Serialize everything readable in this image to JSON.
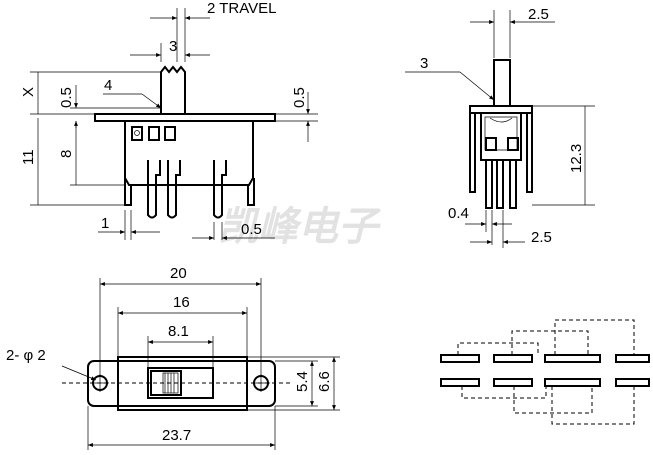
{
  "watermark": "凯峰电子",
  "side_view": {
    "travel": "2 TRAVEL",
    "knob_width": "3",
    "knob_offset": "4",
    "x_label": "X",
    "knob_gap": "0.5",
    "flange_thickness": "0.5",
    "body_height": "8",
    "total_height": "11",
    "pin_offset": "1",
    "pin_thickness": "0.5"
  },
  "end_view": {
    "knob_width": "2.5",
    "knob_depth": "3",
    "height": "12.3",
    "pin_width": "0.4",
    "pin_pitch": "2.5"
  },
  "top_view": {
    "flange_length": "20",
    "body_length": "16",
    "slot_length": "8.1",
    "hole_label": "2- φ 2",
    "overall_length": "23.7",
    "body_width": "5.4",
    "flange_width": "6.6"
  }
}
